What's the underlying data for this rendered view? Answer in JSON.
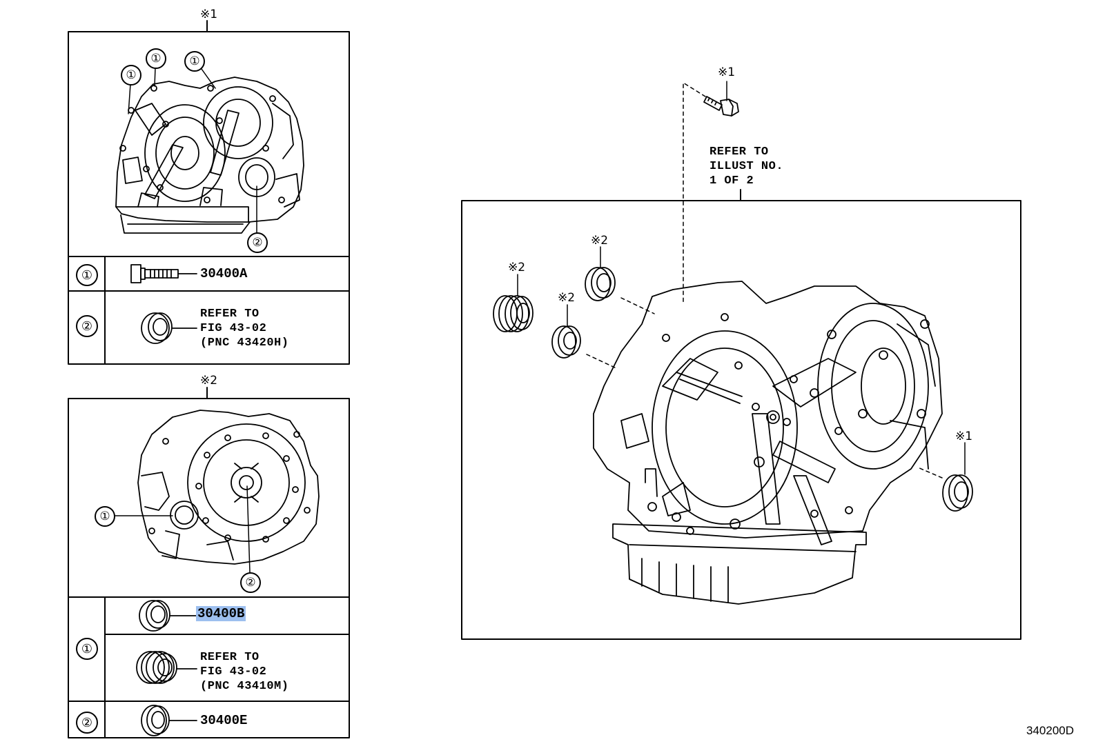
{
  "panel1": {
    "mark": "※1",
    "callout_1": "①",
    "callout_2": "②",
    "rows": [
      {
        "key": "①",
        "part_no": "30400A"
      },
      {
        "key": "②",
        "ref_line1": "REFER TO",
        "ref_line2": "FIG 43-02",
        "ref_line3": "(PNC 43420H)"
      }
    ]
  },
  "panel2": {
    "mark": "※2",
    "callout_1": "①",
    "callout_2": "②",
    "rows": [
      {
        "key": "①",
        "part_no": "30400B",
        "ref_line1": "REFER TO",
        "ref_line2": "FIG 43-02",
        "ref_line3": "(PNC 43410M)"
      },
      {
        "key": "②",
        "part_no": "30400E"
      }
    ]
  },
  "main": {
    "bolt_mark": "※1",
    "refer_line1": "REFER TO",
    "refer_line2": "ILLUST NO.",
    "refer_line3": "1 OF 2",
    "seal_marks": [
      "※2",
      "※2",
      "※2",
      "※1"
    ]
  },
  "figure_code": "340200D",
  "colors": {
    "highlight": "#9dbfef",
    "line": "#000000",
    "background": "#ffffff"
  },
  "icons": [
    "hex-bolt-icon",
    "oil-seal-icon",
    "double-seal-icon",
    "transaxle-assembly-icon"
  ]
}
